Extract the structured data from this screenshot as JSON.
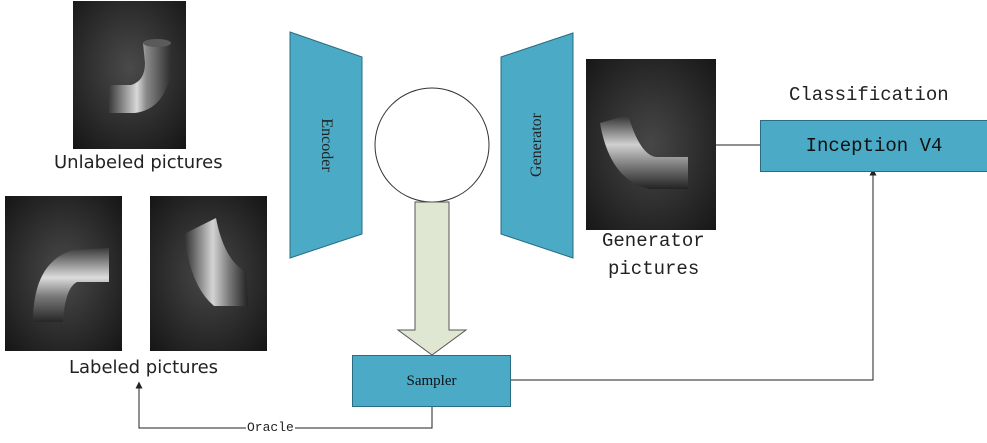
{
  "labels": {
    "unlabeled": "Unlabeled pictures",
    "labeled": "Labeled pictures",
    "generator_pictures_line1": "Generator",
    "generator_pictures_line2": "pictures",
    "classification": "Classification",
    "oracle": "Oracle"
  },
  "modules": {
    "encoder": "Encoder",
    "generator": "Generator",
    "sampler": "Sampler",
    "inception": "Inception V4"
  },
  "colors": {
    "module_fill": "#4baac6",
    "arrow_fill": "#dfe6d2"
  }
}
